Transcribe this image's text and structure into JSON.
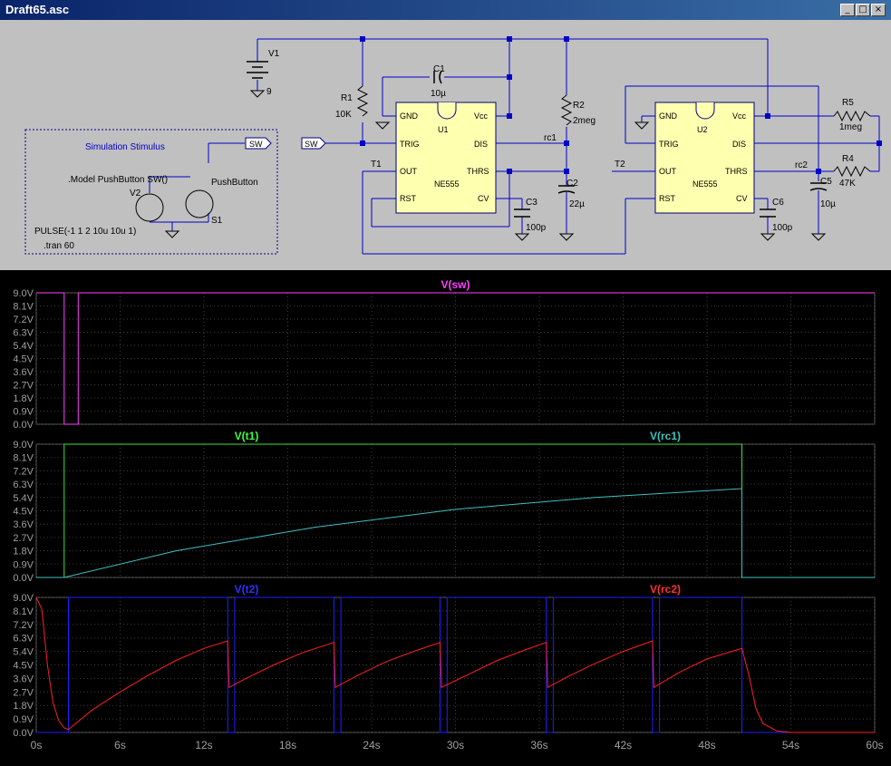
{
  "window": {
    "title": "Draft65.asc",
    "buttons": {
      "minimize": "_",
      "maximize": "□",
      "close": "×"
    }
  },
  "schematic": {
    "v1": {
      "name": "V1",
      "value": "9"
    },
    "r1": {
      "name": "R1",
      "value": "10K"
    },
    "c1": {
      "name": "C1",
      "value": "10µ"
    },
    "r2": {
      "name": "R2",
      "value": "2meg"
    },
    "c2": {
      "name": "C2",
      "value": "22µ"
    },
    "c3": {
      "name": "C3",
      "value": "100p"
    },
    "r5": {
      "name": "R5",
      "value": "1meg"
    },
    "r4": {
      "name": "R4",
      "value": "47K"
    },
    "c5": {
      "name": "C5",
      "value": "10µ"
    },
    "c6": {
      "name": "C6",
      "value": "100p"
    },
    "u1": {
      "name": "U1",
      "part": "NE555"
    },
    "u2": {
      "name": "U2",
      "part": "NE555"
    },
    "pins": {
      "gnd": "GND",
      "vcc": "Vcc",
      "trig": "TRIG",
      "dis": "DIS",
      "out": "OUT",
      "thrs": "THRS",
      "rst": "RST",
      "cv": "CV"
    },
    "nets": {
      "sw": "SW",
      "rc1": "rc1",
      "rc2": "rc2",
      "t1": "T1",
      "t2": "T2"
    },
    "stimulus": {
      "title": "Simulation Stimulus",
      "model": ".Model PushButton SW()",
      "v2": "V2",
      "pushbutton": "PushButton",
      "s1": "S1",
      "pulse": "PULSE(-1 1 2 10u 10u 1)",
      "tran": ".tran 60",
      "sw_label": "SW"
    }
  },
  "plots": {
    "panes": [
      {
        "id": "sw",
        "labels": [
          "V(sw)"
        ],
        "label_colors": [
          "#ff40ff"
        ]
      },
      {
        "id": "t1rc1",
        "labels": [
          "V(t1)",
          "V(rc1)"
        ],
        "label_colors": [
          "#40ff40",
          "#40c0c0"
        ]
      },
      {
        "id": "t2rc2",
        "labels": [
          "V(t2)",
          "V(rc2)"
        ],
        "label_colors": [
          "#3030ff",
          "#ff3030"
        ]
      }
    ],
    "y_ticks": [
      "9.0V",
      "8.1V",
      "7.2V",
      "6.3V",
      "5.4V",
      "4.5V",
      "3.6V",
      "2.7V",
      "1.8V",
      "0.9V",
      "0.0V"
    ],
    "x_ticks": [
      "0s",
      "6s",
      "12s",
      "18s",
      "24s",
      "30s",
      "36s",
      "42s",
      "48s",
      "54s",
      "60s"
    ]
  },
  "chart_data": [
    {
      "type": "line",
      "title": "",
      "xlabel": "",
      "ylabel": "",
      "xlim": [
        0,
        60
      ],
      "ylim": [
        0,
        9
      ],
      "grid": true,
      "series": [
        {
          "name": "V(sw)",
          "color": "#ff40ff",
          "x": [
            0,
            2,
            2,
            3,
            3,
            60
          ],
          "y": [
            9,
            9,
            0,
            0,
            9,
            9
          ]
        }
      ]
    },
    {
      "type": "line",
      "title": "",
      "xlabel": "",
      "ylabel": "",
      "xlim": [
        0,
        60
      ],
      "ylim": [
        0,
        9
      ],
      "grid": true,
      "series": [
        {
          "name": "V(t1)",
          "color": "#40e040",
          "x": [
            0,
            2,
            2,
            50.5,
            50.5,
            60
          ],
          "y": [
            0,
            0,
            9,
            9,
            0,
            0
          ]
        },
        {
          "name": "V(rc1)",
          "color": "#40c0c0",
          "x": [
            0,
            2,
            10,
            20,
            30,
            40,
            50.5,
            50.5,
            60
          ],
          "y": [
            0,
            0,
            1.8,
            3.4,
            4.6,
            5.4,
            6.0,
            0,
            0
          ]
        }
      ]
    },
    {
      "type": "line",
      "title": "",
      "xlabel": "",
      "ylabel": "",
      "xlim": [
        0,
        60
      ],
      "ylim": [
        0,
        9
      ],
      "grid": true,
      "series": [
        {
          "name": "V(t2)",
          "color": "#2020ff",
          "x": [
            0,
            2.3,
            2.3,
            13.7,
            13.7,
            14.2,
            14.2,
            21.3,
            21.3,
            21.8,
            21.8,
            28.9,
            28.9,
            29.4,
            29.4,
            36.5,
            36.5,
            37.0,
            37.0,
            44.1,
            44.1,
            44.6,
            44.6,
            50.5,
            50.5,
            60
          ],
          "y": [
            0,
            0,
            9,
            9,
            0,
            0,
            9,
            9,
            0,
            0,
            9,
            9,
            0,
            0,
            9,
            9,
            0,
            0,
            9,
            9,
            0,
            0,
            9,
            9,
            0,
            0
          ]
        },
        {
          "name": "V(rc2)",
          "color": "#ff2020",
          "x": [
            0,
            0.4,
            0.8,
            1.2,
            1.6,
            2.0,
            2.3,
            4,
            6,
            8,
            10,
            12,
            13.7,
            13.8,
            15,
            17,
            19,
            21.3,
            21.4,
            23,
            25,
            27,
            28.9,
            29.0,
            31,
            33,
            35,
            36.5,
            36.6,
            38,
            40,
            42,
            44.1,
            44.2,
            46,
            48,
            50.5,
            51,
            51.5,
            52,
            53,
            54,
            60
          ],
          "y": [
            9.0,
            8.2,
            4.5,
            2.0,
            0.8,
            0.3,
            0.2,
            1.5,
            2.7,
            3.8,
            4.8,
            5.6,
            6.1,
            3.0,
            3.6,
            4.5,
            5.3,
            6.0,
            3.0,
            3.8,
            4.7,
            5.4,
            6.0,
            3.0,
            3.9,
            4.8,
            5.5,
            6.0,
            3.0,
            3.7,
            4.6,
            5.4,
            6.1,
            3.0,
            4.0,
            4.9,
            5.6,
            3.8,
            1.6,
            0.6,
            0.1,
            0.0,
            0.0
          ]
        }
      ]
    }
  ]
}
